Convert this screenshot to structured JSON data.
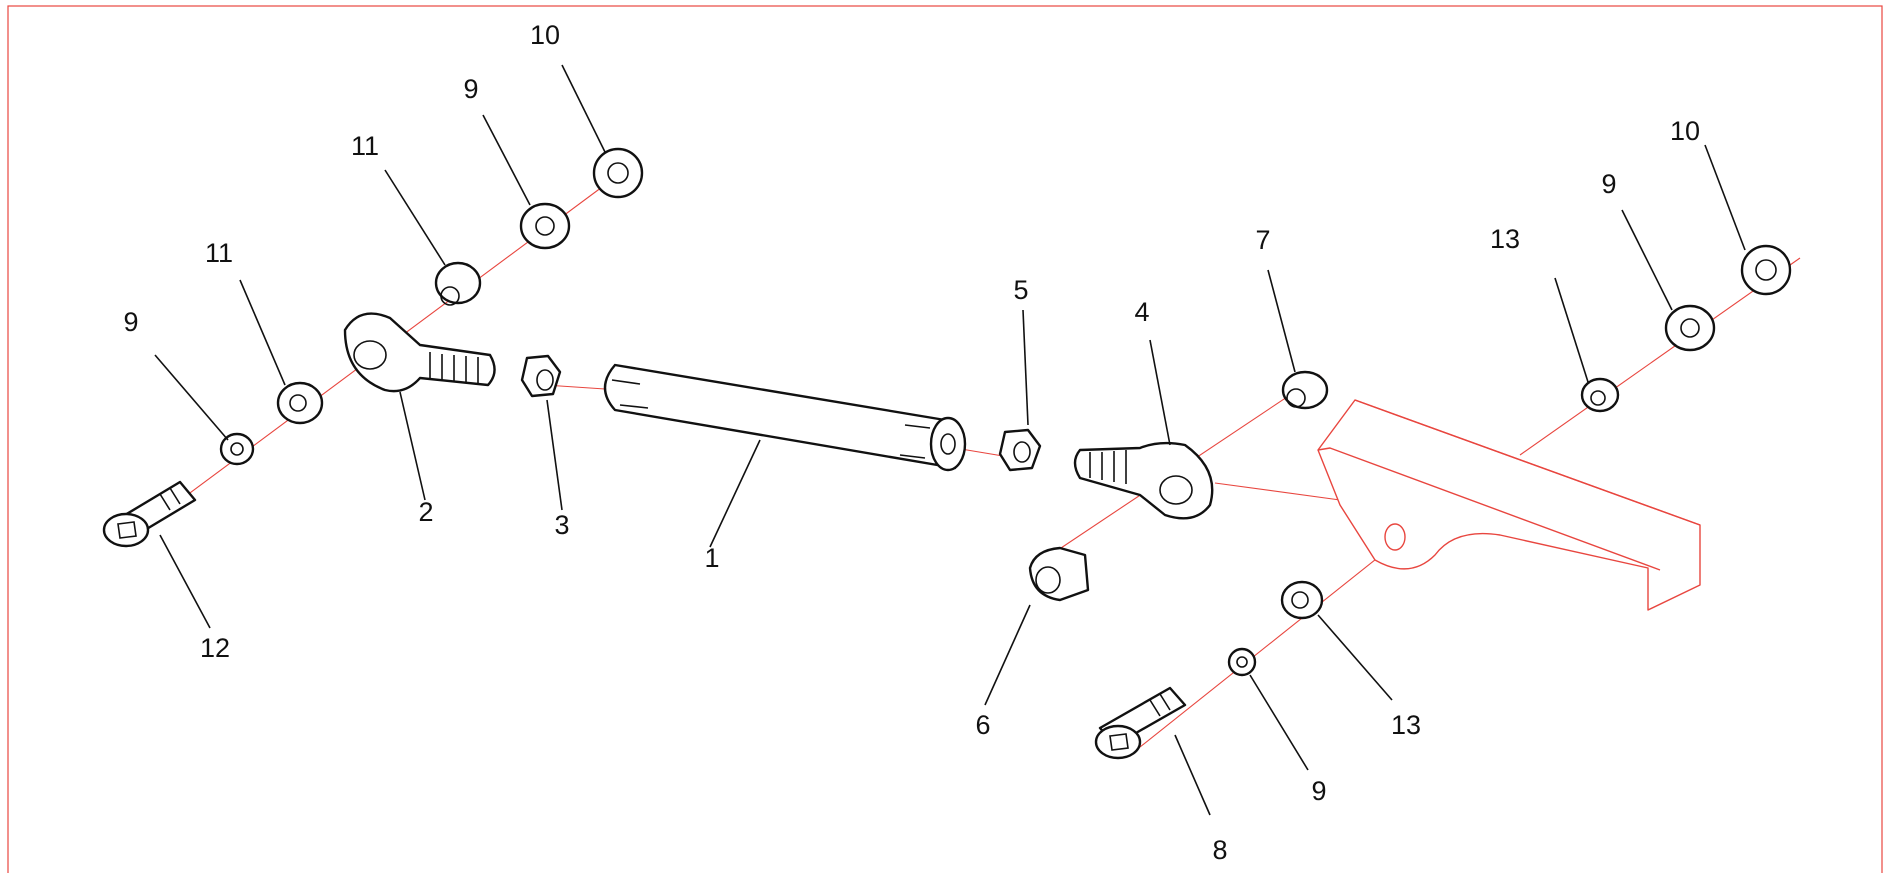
{
  "callouts": [
    {
      "id": "c1",
      "text": "1"
    },
    {
      "id": "c2",
      "text": "2"
    },
    {
      "id": "c3",
      "text": "3"
    },
    {
      "id": "c4",
      "text": "4"
    },
    {
      "id": "c5",
      "text": "5"
    },
    {
      "id": "c6",
      "text": "6"
    },
    {
      "id": "c7",
      "text": "7"
    },
    {
      "id": "c8",
      "text": "8"
    },
    {
      "id": "c9a",
      "text": "9"
    },
    {
      "id": "c9b",
      "text": "9"
    },
    {
      "id": "c9c",
      "text": "9"
    },
    {
      "id": "c9d",
      "text": "9"
    },
    {
      "id": "c10a",
      "text": "10"
    },
    {
      "id": "c10b",
      "text": "10"
    },
    {
      "id": "c11a",
      "text": "11"
    },
    {
      "id": "c11b",
      "text": "11"
    },
    {
      "id": "c12",
      "text": "12"
    },
    {
      "id": "c13a",
      "text": "13"
    },
    {
      "id": "c13b",
      "text": "13"
    }
  ]
}
